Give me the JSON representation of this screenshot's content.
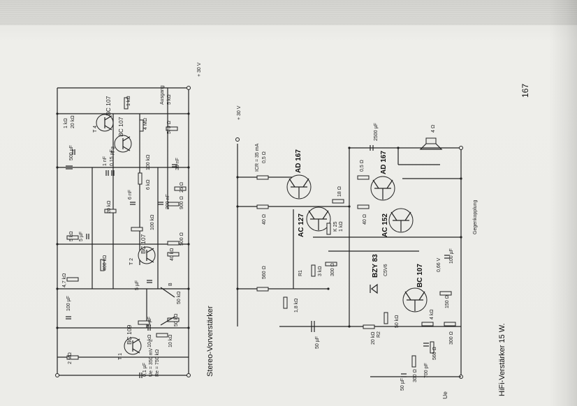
{
  "page_number": "167",
  "top_schematic": {
    "caption": "Stereo-Vorverstärker",
    "supply": "+ 30 V",
    "output_label": "Ausgang",
    "input_labels": {
      "ue": "Ue = 350 mV",
      "re": "Re = 750 kΩ",
      "cin": "0,1 µF"
    },
    "switch_labels": {
      "L": "L",
      "B": "B"
    },
    "transistors": [
      "BC 109",
      "BC 107",
      "BC 107",
      "BC 107"
    ],
    "transistor_tags": [
      "T 1",
      "T 2",
      "T 3",
      "T 4"
    ],
    "components": [
      "2 MΩ",
      "100 µF",
      "4,7 kΩ",
      "5 µF",
      "10 kΩ",
      "10 kΩ",
      "50 kΩ",
      "50 kΩ",
      "400 kΩ",
      "5 µF",
      "40 kΩ",
      "5 kΩ",
      "5 µF",
      "100 kΩ",
      "500 Ω",
      "20 kΩ",
      "6 nF",
      "200 nF",
      "900 Ω",
      "6 kΩ",
      "25 Ω",
      "33 nF",
      "100 kΩ",
      "1 nF",
      "0,15 µF",
      "500 µF",
      "570 Ω",
      "1 kΩ",
      "20 kΩ",
      "4 MΩ",
      "1 kΩ",
      "5 kΩ"
    ]
  },
  "bottom_schematic": {
    "caption": "HiFi-Verstärker 15 W.",
    "supply": "+ 30 V",
    "input_label": "Ue",
    "feedback_label": "Gegenkopplung",
    "current_label": "ICR = 35 mA",
    "transistors": [
      "AD 167",
      "AD 167",
      "AC 127",
      "AC 152",
      "BC 107"
    ],
    "diode": [
      "BZY 83",
      "C5V6"
    ],
    "voltage_label": "0,66 V",
    "pot_labels": [
      "R1",
      "R2"
    ],
    "components": [
      "0,5 Ω",
      "0,5 Ω",
      "2500 µF",
      "4 Ω",
      "40 Ω",
      "40 Ω",
      "18 Ω",
      "K 25",
      "1 kΩ",
      "3 kΩ",
      "300 Ω",
      "100 µF",
      "560 Ω",
      "1,8 kΩ",
      "50 kΩ",
      "4 kΩ",
      "150 Ω",
      "50 µF",
      "20 kΩ",
      "560 Ω",
      "300 Ω",
      "700 pF",
      "300 Ω",
      "50 µF"
    ]
  }
}
